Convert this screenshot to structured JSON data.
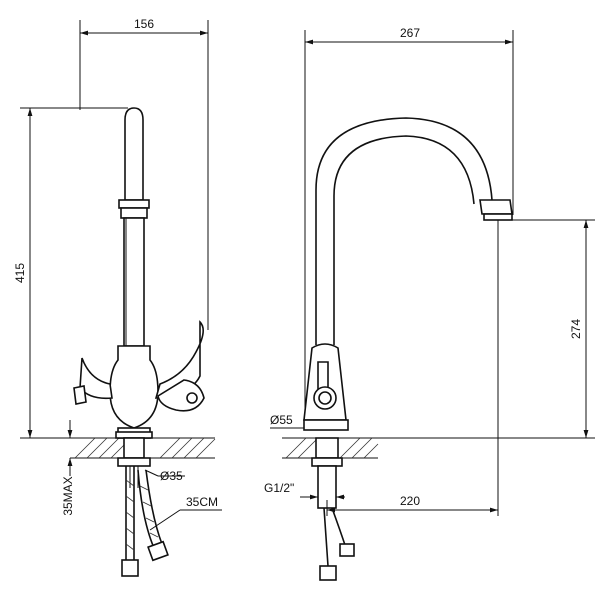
{
  "dimensions": {
    "front_width": "156",
    "front_height": "415",
    "side_width": "267",
    "spout_height": "274",
    "base_diameter": "Ø55",
    "hole_diameter": "Ø35",
    "hose_length": "35CM",
    "max_counter_thickness": "35MAX",
    "thread_size": "G1/2\"",
    "side_reach": "220"
  },
  "colors": {
    "line": "#111111",
    "background": "#ffffff"
  }
}
